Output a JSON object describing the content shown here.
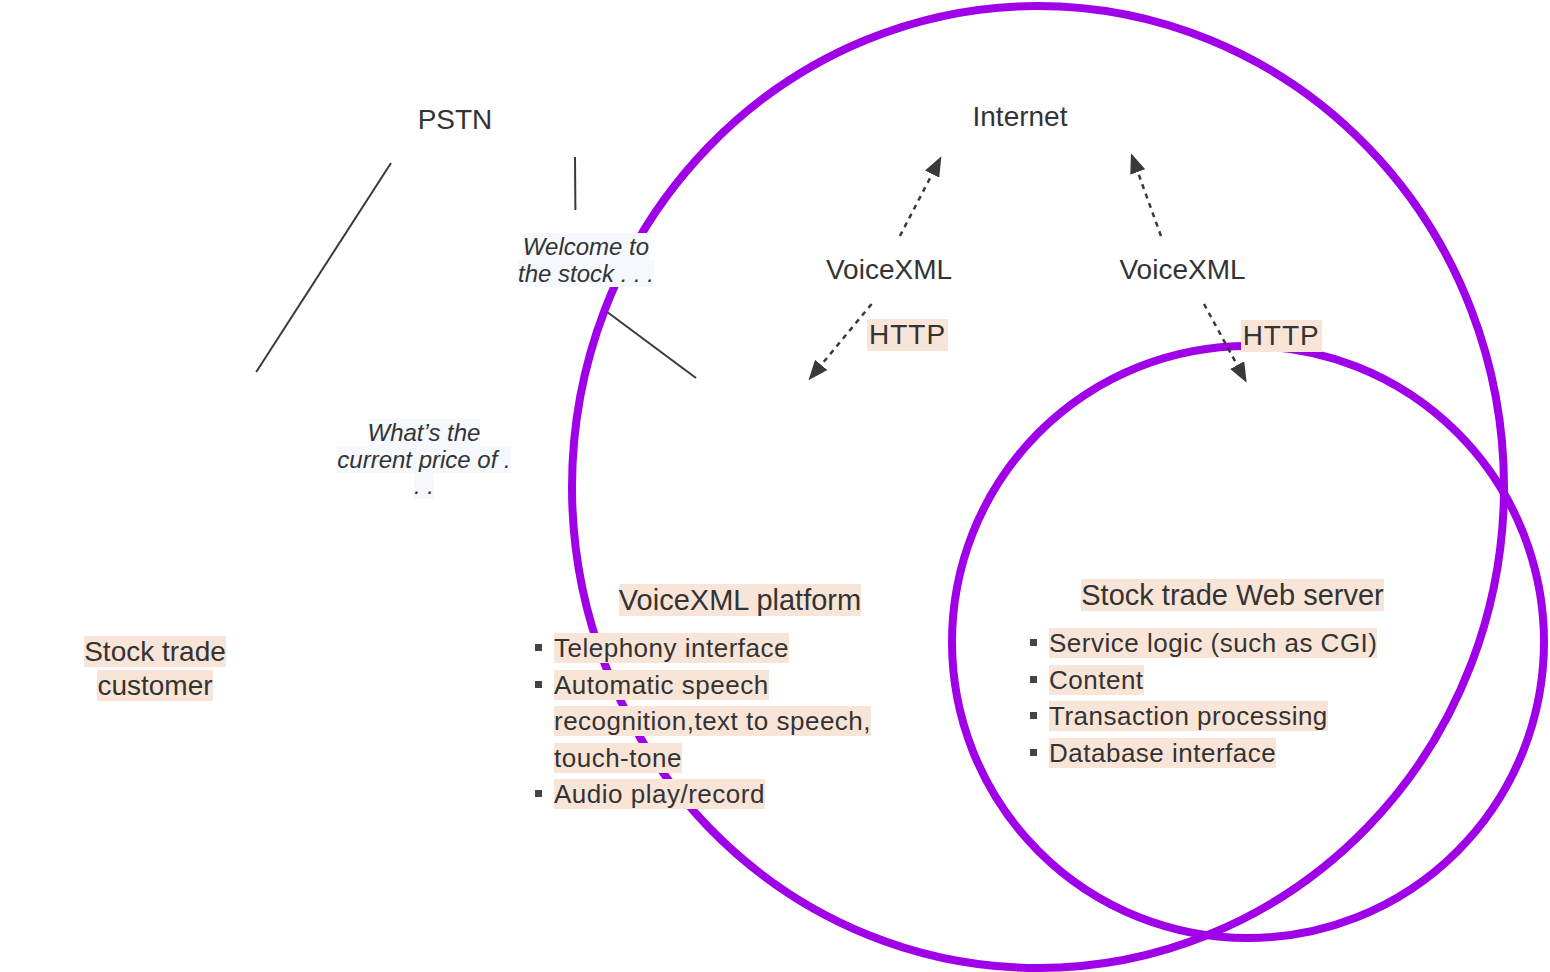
{
  "diagram": {
    "nodes": [
      {
        "text": [
          "PSTN"
        ]
      },
      {
        "text": [
          "Internet"
        ]
      },
      {
        "text": [
          "Welcome to the stock . . ."
        ]
      },
      {
        "text": [
          "VoiceXML"
        ]
      },
      {
        "text": [
          "VoiceXML"
        ]
      },
      {
        "text": [
          "Stock trade customer"
        ]
      },
      {
        "text": [
          "What’s the current price of . . ."
        ]
      },
      {
        "text": [
          "VoiceXML platform",
          "Telephony interface",
          "Automatic speech recognition,text to speech, touch-tone",
          "Audio play/record"
        ]
      },
      {
        "text": [
          "Stock trade Web server",
          "Service logic (such as CGI)",
          "Content",
          "Transaction processing",
          "Database interface"
        ]
      }
    ],
    "edges": [
      {
        "from": 5,
        "to": 0,
        "arrow": "none"
      },
      {
        "from": 0,
        "to": 2,
        "arrow": "none"
      },
      {
        "from": 2,
        "to": 7,
        "arrow": "none"
      },
      {
        "from": 3,
        "to": 7,
        "label": "HTTP",
        "arrow": "to"
      },
      {
        "from": 3,
        "to": 1,
        "arrow": "to"
      },
      {
        "from": 4,
        "to": 8,
        "label": "HTTP",
        "arrow": "to"
      },
      {
        "from": 4,
        "to": 1,
        "arrow": "to"
      }
    ]
  }
}
